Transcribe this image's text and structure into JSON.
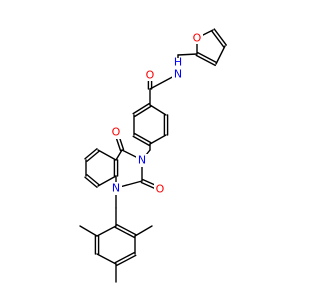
{
  "molecule": {
    "labels": {
      "amide_o": "O",
      "amide_n": "N",
      "amide_h": "H",
      "furan_o": "O",
      "q_o4": "O",
      "q_o2": "O",
      "q_n3": "N",
      "q_n1": "N"
    },
    "colors": {
      "oxygen": "#ff0000",
      "nitrogen": "#0000ff",
      "bond": "#000000"
    }
  }
}
